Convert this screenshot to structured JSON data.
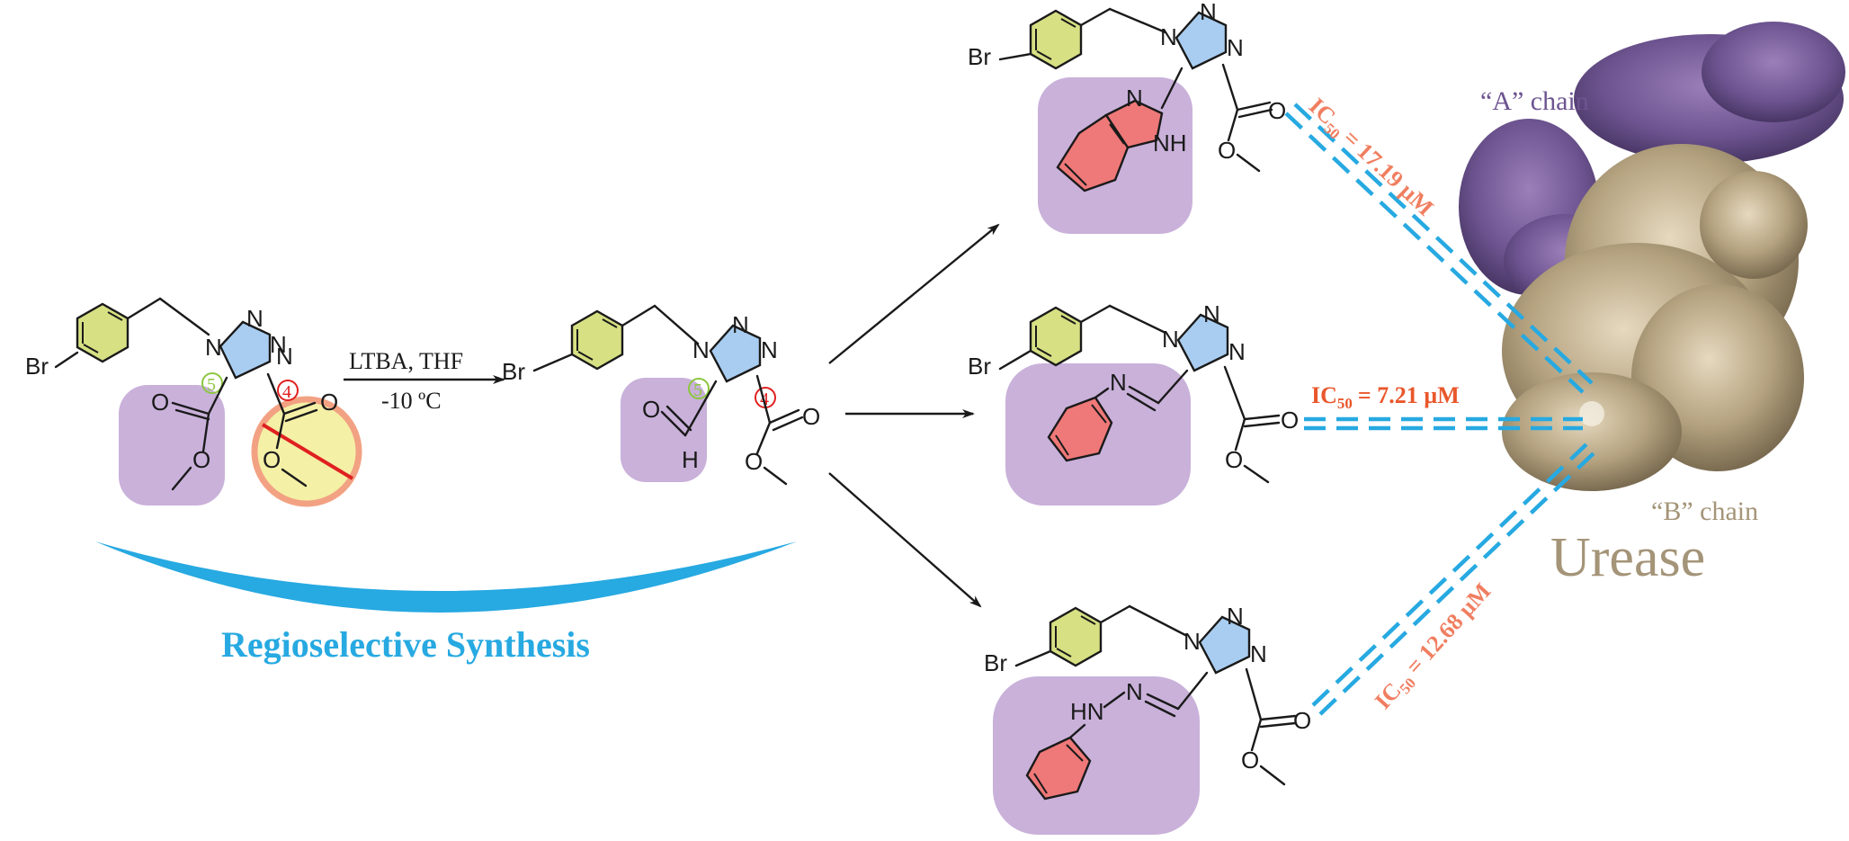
{
  "diagram": {
    "reagents_line1": "LTBA, THF",
    "reagents_line2": "-10 ºC",
    "synthesis_label": "Regioselective Synthesis",
    "protein_label": "Urease",
    "chain_a_label": "“A” chain",
    "chain_b_label": "“B” chain",
    "ic50_top": "= 17.19 µM",
    "ic50_mid": "= 7.21 µM",
    "ic50_bottom": "= 12.68 µM",
    "ic50_prefix": "IC",
    "ic50_sub": "50",
    "pos5": "5",
    "pos4": "4",
    "atom_br": "Br",
    "atom_n": "N",
    "atom_o": "O",
    "atom_h": "H",
    "atom_nh": "NH",
    "atom_hn": "HN"
  },
  "colors": {
    "accent_blue": "#27a9e1",
    "ic50_orange": "#f07e60",
    "highlight_purple": "#c3a9d6",
    "benzene_green": "#d7e083",
    "triazole_blue": "#a9cdf0",
    "ring_red": "#ef7878",
    "urease_tan": "#a49478"
  }
}
